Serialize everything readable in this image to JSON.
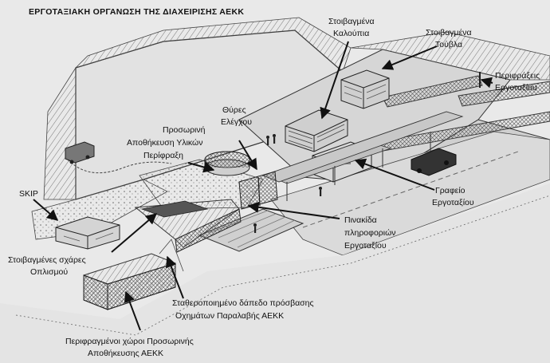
{
  "title": "ΕΡΓΟΤΑΞΙΑΚΗ ΟΡΓΑΝΩΣΗ ΤΗΣ ΔΙΑΧΕΙΡΙΣΗΣ ΑΕΚΚ",
  "labels": {
    "molds": [
      "Στοιβαγμένα",
      "Καλούπια"
    ],
    "bricks": [
      "Στοιβαγμένα",
      "Τούβλα"
    ],
    "site_fences": [
      "Περιφράξεις",
      "Εργοταξίου"
    ],
    "control_gates": [
      "Θύρες",
      "Ελέγχου"
    ],
    "temp_storage": [
      "Προσωρινή",
      "Αποθήκευση Υλικών",
      "Περίφραξη"
    ],
    "skip": [
      "SKIP"
    ],
    "site_office": [
      "Γραφείο",
      "Εργοταξίου"
    ],
    "info_sign": [
      "Πινακίδα",
      "πληροφοριών",
      "Εργοταξίου"
    ],
    "rebar": [
      "Στοιβαγμένες σχάρες",
      "Οπλισμού"
    ],
    "stabilized_floor": [
      "Σταθεροποιημένο δάπεδο πρόσβασης",
      "Οχημάτων Παραλαβής ΑΕΚΚ"
    ],
    "fenced_storage": [
      "Περιφραγμένοι χώροι Προσωρινής",
      "Αποθήκευσης ΑΕΚΚ"
    ]
  }
}
